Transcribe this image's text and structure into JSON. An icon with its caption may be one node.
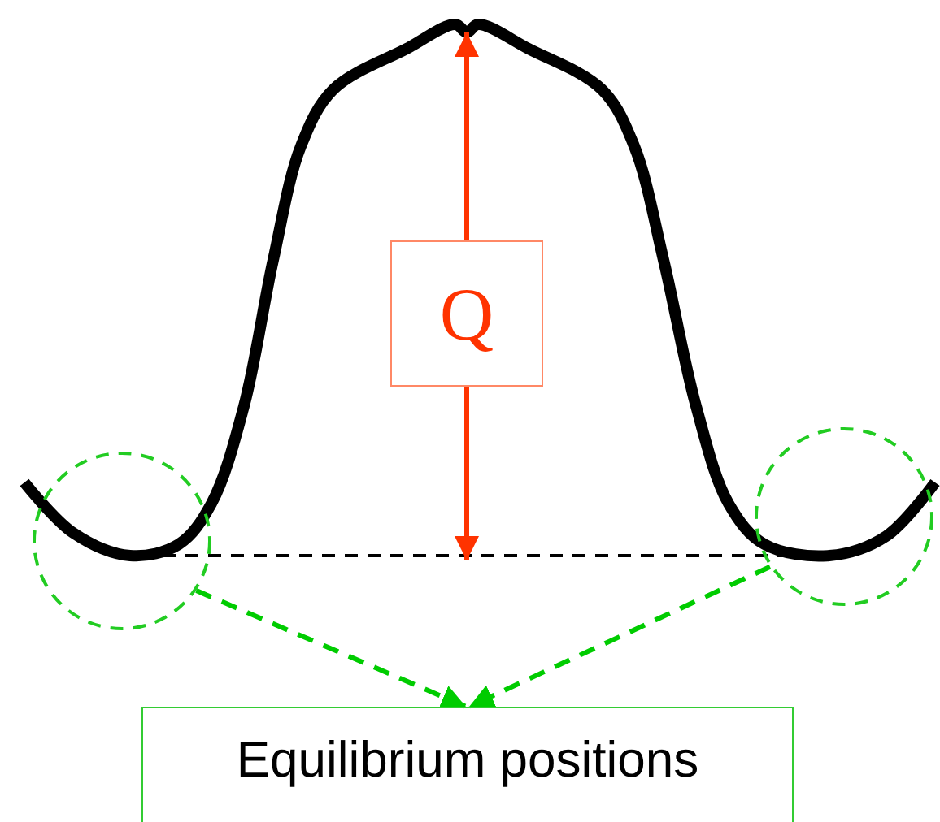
{
  "diagram": {
    "nodes": [
      {
        "text": [
          "Q"
        ]
      },
      {
        "text": [],
        "shape": "circle"
      },
      {
        "text": [],
        "shape": "circle"
      },
      {
        "text": [
          "Equilibrium positions"
        ]
      }
    ],
    "edges": [
      {
        "from": 0,
        "to": null,
        "arrow": "to",
        "color": "#ff3300"
      },
      {
        "from": 0,
        "to": null,
        "arrow": "to",
        "color": "#ff3300"
      },
      {
        "from": 1,
        "to": 3,
        "arrow": "to",
        "style": "dashed",
        "color": "#00cc00"
      },
      {
        "from": 2,
        "to": 3,
        "arrow": "to",
        "style": "dashed",
        "color": "#00cc00"
      }
    ]
  }
}
